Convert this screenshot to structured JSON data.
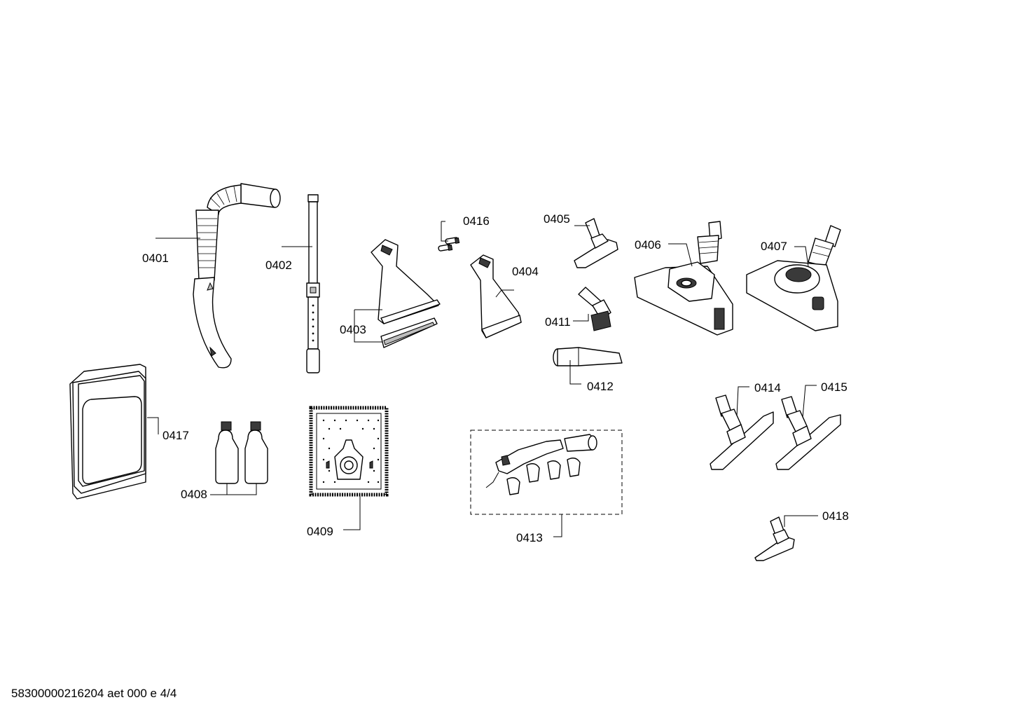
{
  "labels": {
    "p0401": "0401",
    "p0402": "0402",
    "p0403": "0403",
    "p0404": "0404",
    "p0405": "0405",
    "p0406": "0406",
    "p0407": "0407",
    "p0408": "0408",
    "p0409": "0409",
    "p0411": "0411",
    "p0412": "0412",
    "p0413": "0413",
    "p0414": "0414",
    "p0415": "0415",
    "p0416": "0416",
    "p0417": "0417",
    "p0418": "0418"
  },
  "footer": "58300000216204 aet 000 e 4/4"
}
